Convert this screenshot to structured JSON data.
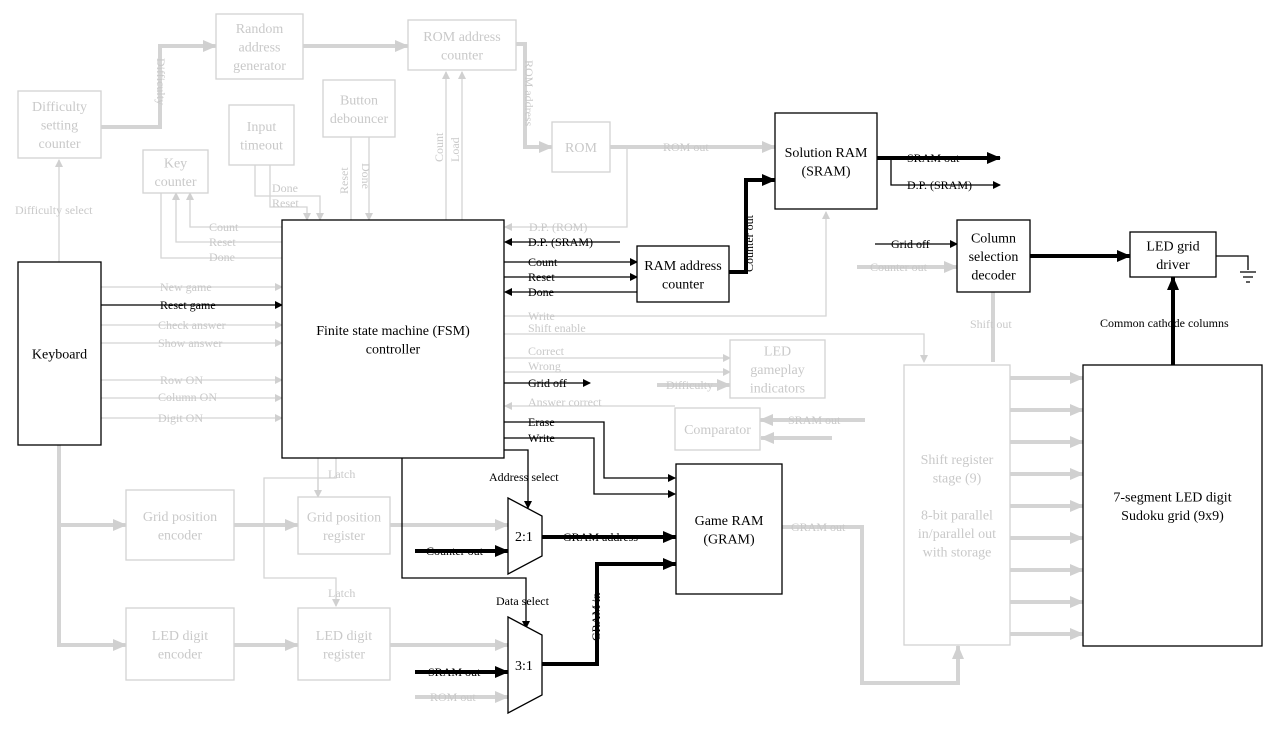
{
  "blocks": {
    "difficulty_counter": [
      "Difficulty",
      "setting",
      "counter"
    ],
    "random_address": [
      "Random",
      "address",
      "generator"
    ],
    "rom_counter": [
      "ROM address",
      "counter"
    ],
    "button_debouncer": [
      "Button",
      "debouncer"
    ],
    "input_timeout": [
      "Input",
      "timeout"
    ],
    "key_counter": [
      "Key",
      "counter"
    ],
    "rom": [
      "ROM"
    ],
    "sram": [
      "Solution RAM",
      "(SRAM)"
    ],
    "keyboard": [
      "Keyboard"
    ],
    "fsm": [
      "Finite state machine (FSM)",
      "controller"
    ],
    "ram_addr_counter": [
      "RAM address",
      "counter"
    ],
    "col_decoder": [
      "Column",
      "selection",
      "decoder"
    ],
    "led_driver": [
      "LED grid",
      "driver"
    ],
    "led_indicators": [
      "LED",
      "gameplay",
      "indicators"
    ],
    "comparator": [
      "Comparator"
    ],
    "shift_register": [
      "Shift register",
      "stage (9)",
      "",
      "8-bit parallel",
      "in/parallel out",
      "with storage"
    ],
    "grid_display": [
      "7-segment LED digit",
      "Sudoku grid (9x9)"
    ],
    "grid_pos_encoder": [
      "Grid position",
      "encoder"
    ],
    "grid_pos_register": [
      "Grid position",
      "register"
    ],
    "game_ram": [
      "Game RAM",
      "(GRAM)"
    ],
    "led_digit_encoder": [
      "LED digit",
      "encoder"
    ],
    "led_digit_register": [
      "LED digit",
      "register"
    ],
    "mux2": [
      "2:1"
    ],
    "mux3": [
      "3:1"
    ]
  },
  "signals": {
    "difficulty": "Difficulty",
    "difficulty_select": "Difficulty select",
    "rom_address": "ROM address",
    "rom_out": "ROM out",
    "count_v": "Count",
    "load_v": "Load",
    "reset_v": "Reset",
    "done_v": "Done",
    "done": "Done",
    "reset": "Reset",
    "count": "Count",
    "sram_out_top": "SRAM out",
    "dp_sram_top": "D.P. (SRAM)",
    "dp_rom": "D.P. (ROM)",
    "dp_sram": "D.P. (SRAM)",
    "fsm_count": "Count",
    "fsm_reset": "Reset",
    "fsm_done": "Done",
    "counter_out_v": "Counter out",
    "grid_off_in": "Grid off",
    "counter_out_in": "Counter out",
    "shift_out": "Shift out",
    "common_cathode": "Common cathode columns",
    "new_game": "New game",
    "reset_game": "Reset game",
    "check_answer": "Check answer",
    "show_answer": "Show answer",
    "row_on": "Row ON",
    "column_on": "Column ON",
    "digit_on": "Digit ON",
    "write_top": "Write",
    "shift_enable": "Shift enable",
    "correct": "Correct",
    "wrong": "Wrong",
    "grid_off": "Grid off",
    "difficulty_ind": "Difficulty",
    "answer_correct": "Answer correct",
    "erase": "Erase",
    "write": "Write",
    "sram_out_cmp": "SRAM out",
    "address_select": "Address select",
    "counter_out_mux": "Counter out",
    "gram_address": "GRAM address",
    "gram_out": "GRAM out",
    "latch1": "Latch",
    "latch2": "Latch",
    "data_select": "Data select",
    "gram_in": "GRAM in",
    "sram_out_mux": "SRAM out",
    "rom_out_mux": "ROM out"
  }
}
